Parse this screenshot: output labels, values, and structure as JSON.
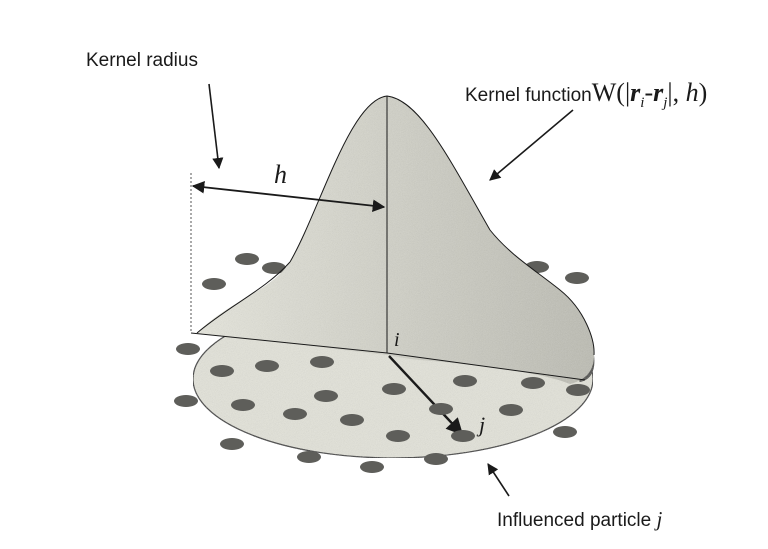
{
  "labels": {
    "kernel_radius": "Kernel radius",
    "kernel_function_text": "Kernel function",
    "kernel_function_formula": {
      "W": "W(|",
      "ri": "r",
      "ri_sub": "i",
      "dash": "-",
      "rj": "r",
      "rj_sub": "j",
      "tail": "|, ",
      "h": "h",
      "close": ")"
    },
    "influenced_text": "Influenced particle",
    "influenced_j": "j",
    "h": "h",
    "i": "i",
    "j": "j"
  },
  "colors": {
    "surface": "#d6d6cc",
    "surface_dark": "#3e3e3a",
    "disk": "#e4e4da",
    "particle": "#5e5e5a",
    "line": "#1a1a1a"
  }
}
